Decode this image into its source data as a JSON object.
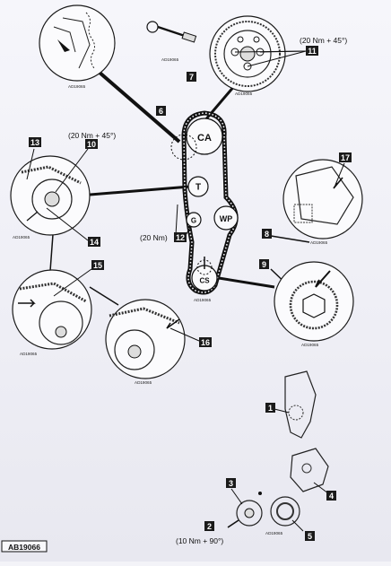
{
  "diagram": {
    "ref": "AB19066",
    "pulleys": {
      "ca": "CA",
      "t": "T",
      "wp": "WP",
      "g": "G",
      "cs": "CS"
    },
    "torques": {
      "t11": "(20 Nm + 45°)",
      "t10": "(20 Nm + 45°)",
      "t12": "(20 Nm)",
      "t2": "(10 Nm + 90°)"
    },
    "callouts": [
      "1",
      "2",
      "3",
      "4",
      "5",
      "6",
      "7",
      "8",
      "9",
      "10",
      "11",
      "12",
      "13",
      "14",
      "15",
      "16",
      "17"
    ],
    "sub_refs": {
      "top_left": "AD19065",
      "top_right_tool": "AD19065",
      "cam_detail": "AD19065",
      "tensioner": "AD19065",
      "cs_center": "AD19065",
      "right_upper": "AD19065",
      "right_lower": "AD19065",
      "mid_left_lower": "AD19065",
      "center_lower": "AD19065",
      "hub": "AD19065"
    }
  },
  "colors": {
    "ink": "#1a1a1a",
    "paper": "#f3f3f8",
    "callout_bg": "#1a1a1a",
    "callout_text": "#ffffff"
  }
}
